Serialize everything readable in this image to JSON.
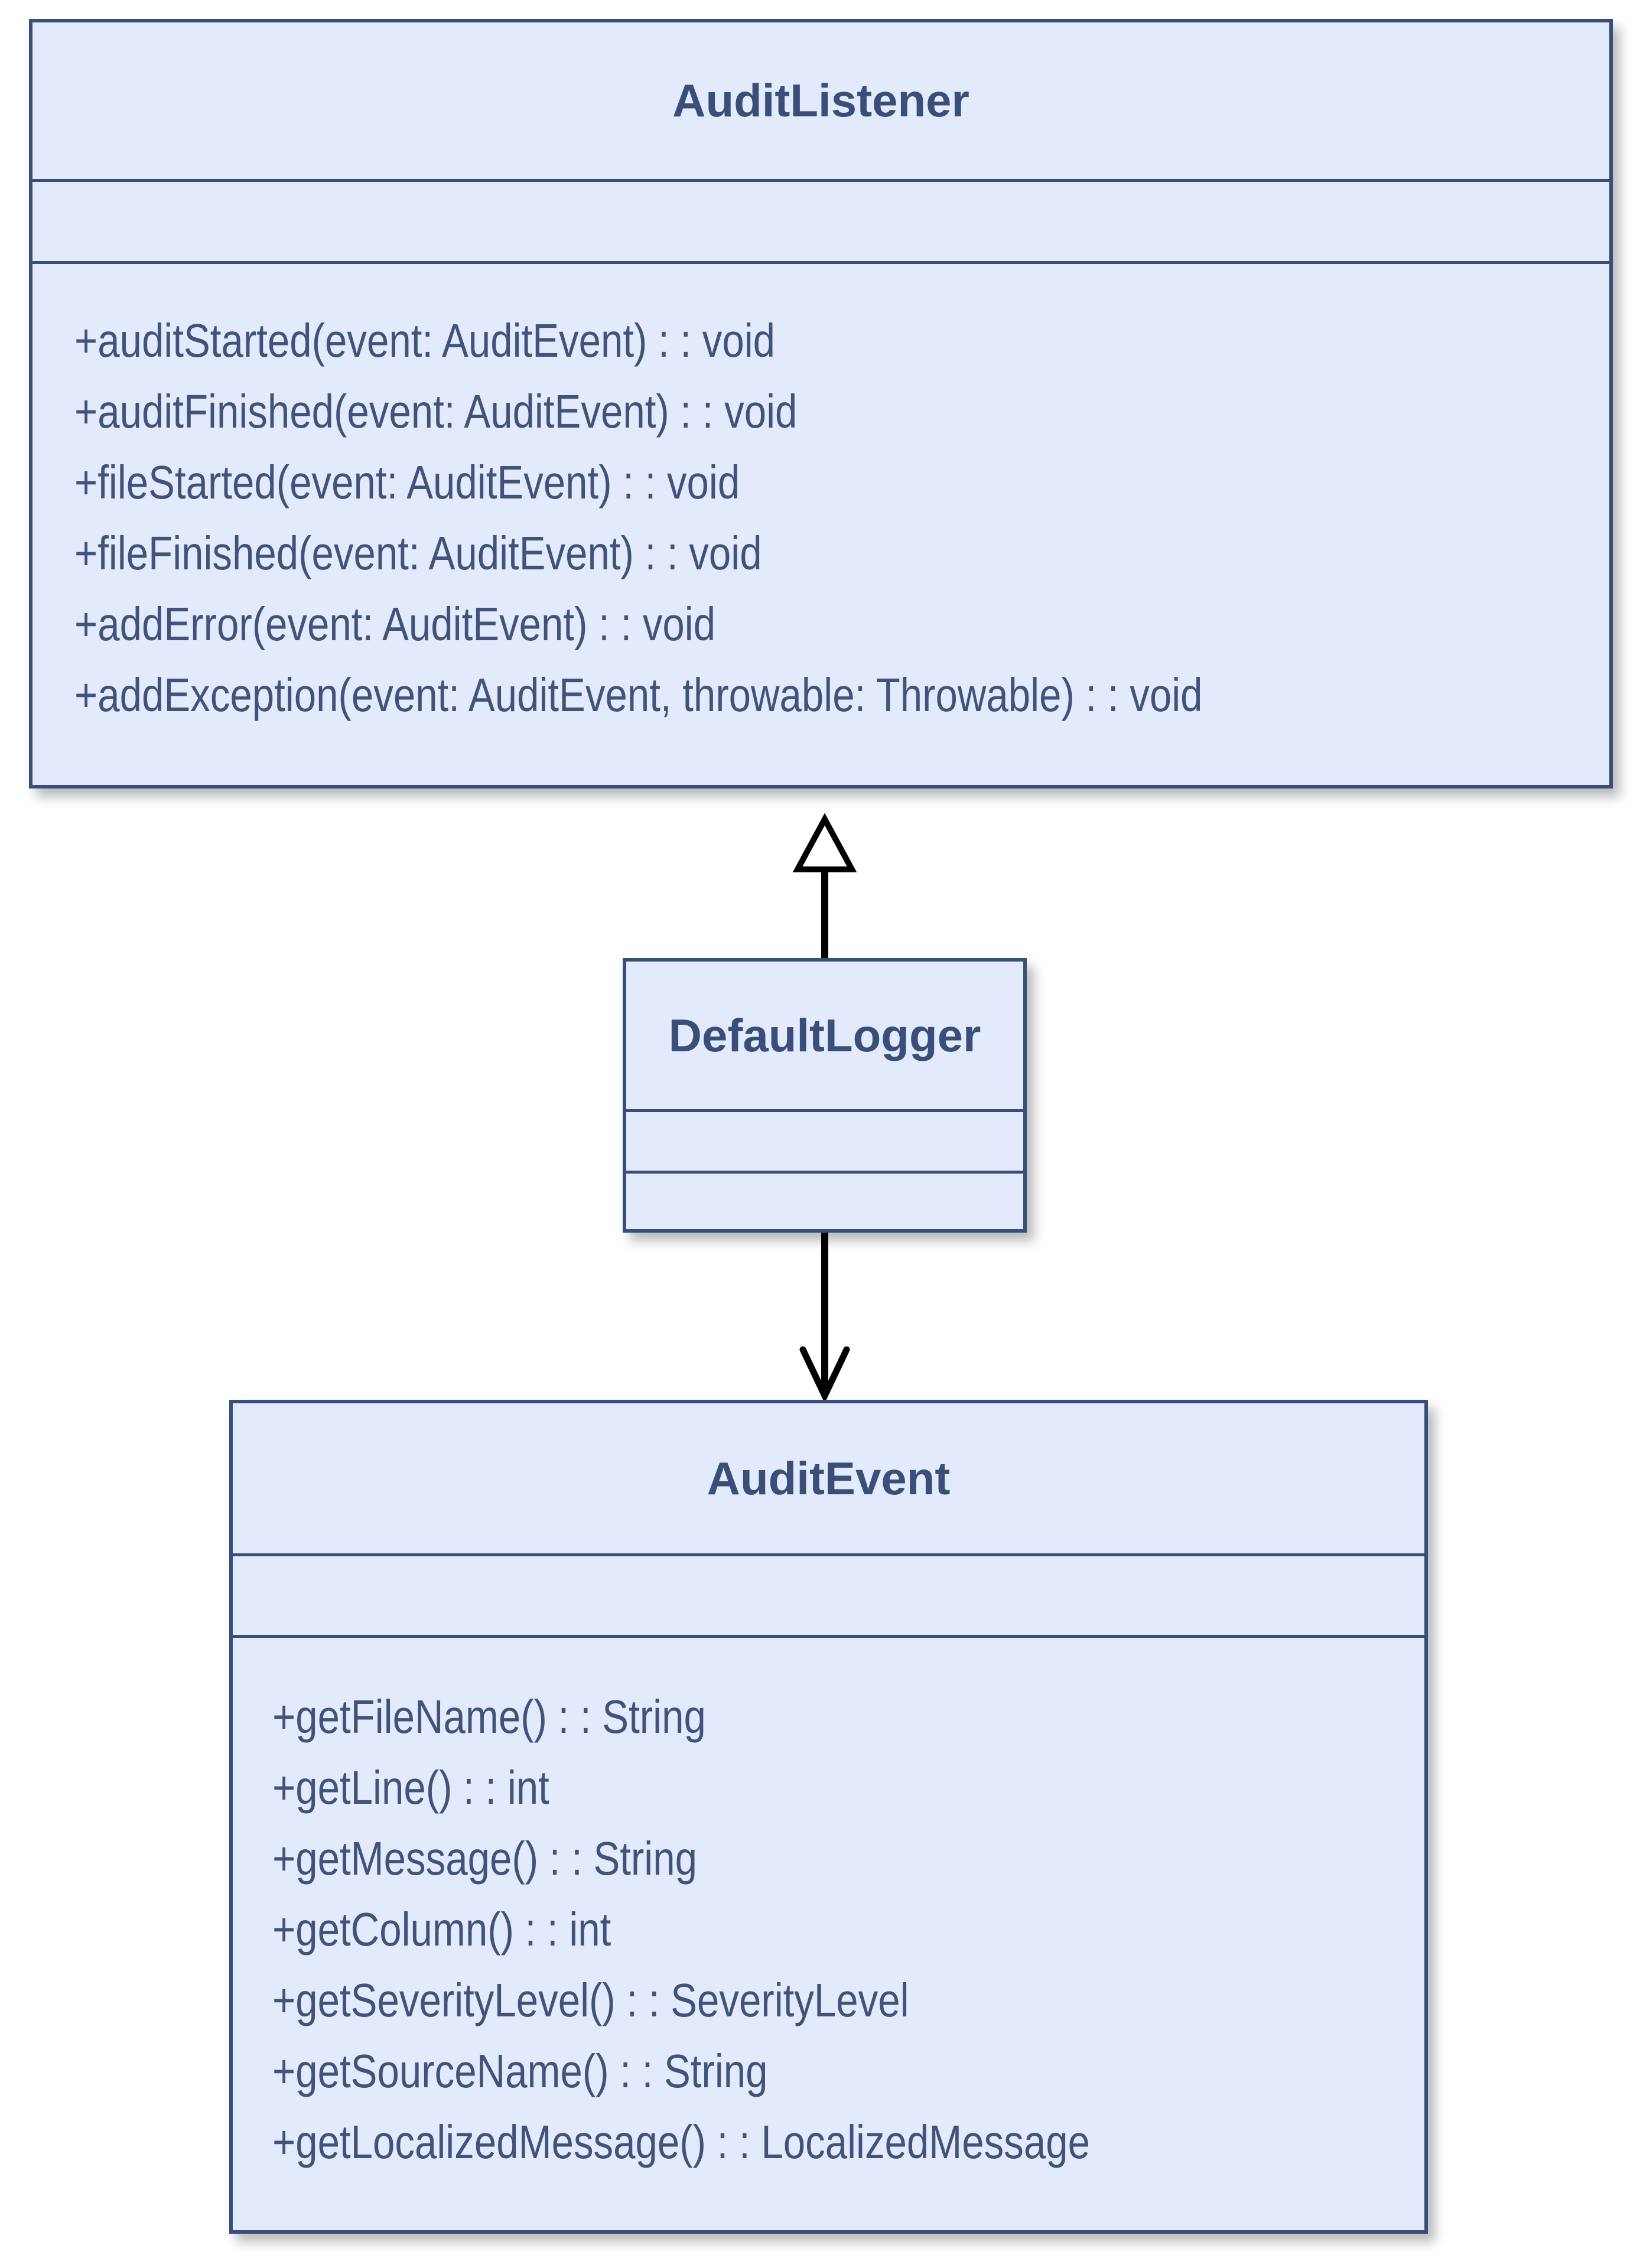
{
  "theme": {
    "page_bg": "#ffffff",
    "box_fill": "#e3eafc",
    "box_border": "#3a4e7a",
    "title_color": "#394e78",
    "method_color": "#41537b",
    "arrow_color": "#000000"
  },
  "diagram": {
    "type": "uml-class-diagram",
    "classes": [
      {
        "name": "AuditListener",
        "attributes": [],
        "methods": [
          "+auditStarted(event: AuditEvent) : : void",
          "+auditFinished(event: AuditEvent) : : void",
          "+fileStarted(event: AuditEvent) : : void",
          "+fileFinished(event: AuditEvent) : : void",
          "+addError(event: AuditEvent) : : void",
          "+addException(event: AuditEvent, throwable: Throwable) : : void"
        ]
      },
      {
        "name": "DefaultLogger",
        "attributes": [],
        "methods": []
      },
      {
        "name": "AuditEvent",
        "attributes": [],
        "methods": [
          "+getFileName() : : String",
          "+getLine() : : int",
          "+getMessage() : : String",
          "+getColumn() : : int",
          "+getSeverityLevel() : : SeverityLevel",
          "+getSourceName() : : String",
          "+getLocalizedMessage() : : LocalizedMessage"
        ]
      }
    ],
    "relationships": [
      {
        "from": "DefaultLogger",
        "to": "AuditListener",
        "type": "generalization",
        "line": "solid",
        "arrowhead": "hollow-triangle"
      },
      {
        "from": "DefaultLogger",
        "to": "AuditEvent",
        "type": "directed-association",
        "line": "solid",
        "arrowhead": "open-arrow"
      }
    ]
  }
}
